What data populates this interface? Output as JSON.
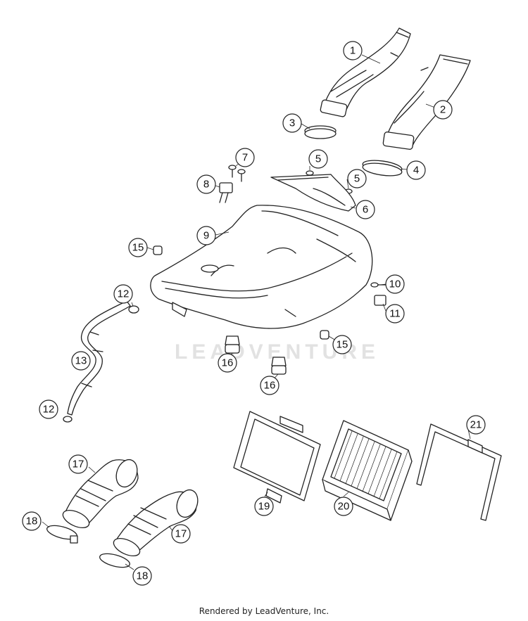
{
  "watermark": "LEADVENTURE",
  "credit": "Rendered by LeadVenture, Inc.",
  "callouts": [
    {
      "id": "c1",
      "label": "1"
    },
    {
      "id": "c2",
      "label": "2"
    },
    {
      "id": "c3",
      "label": "3"
    },
    {
      "id": "c4",
      "label": "4"
    },
    {
      "id": "c5a",
      "label": "5"
    },
    {
      "id": "c5b",
      "label": "5"
    },
    {
      "id": "c6",
      "label": "6"
    },
    {
      "id": "c7",
      "label": "7"
    },
    {
      "id": "c8",
      "label": "8"
    },
    {
      "id": "c9",
      "label": "9"
    },
    {
      "id": "c10",
      "label": "10"
    },
    {
      "id": "c11",
      "label": "11"
    },
    {
      "id": "c12a",
      "label": "12"
    },
    {
      "id": "c12b",
      "label": "12"
    },
    {
      "id": "c13",
      "label": "13"
    },
    {
      "id": "c15a",
      "label": "15"
    },
    {
      "id": "c15b",
      "label": "15"
    },
    {
      "id": "c16a",
      "label": "16"
    },
    {
      "id": "c16b",
      "label": "16"
    },
    {
      "id": "c17a",
      "label": "17"
    },
    {
      "id": "c17b",
      "label": "17"
    },
    {
      "id": "c18a",
      "label": "18"
    },
    {
      "id": "c18b",
      "label": "18"
    },
    {
      "id": "c19",
      "label": "19"
    },
    {
      "id": "c20",
      "label": "20"
    },
    {
      "id": "c21",
      "label": "21"
    }
  ]
}
